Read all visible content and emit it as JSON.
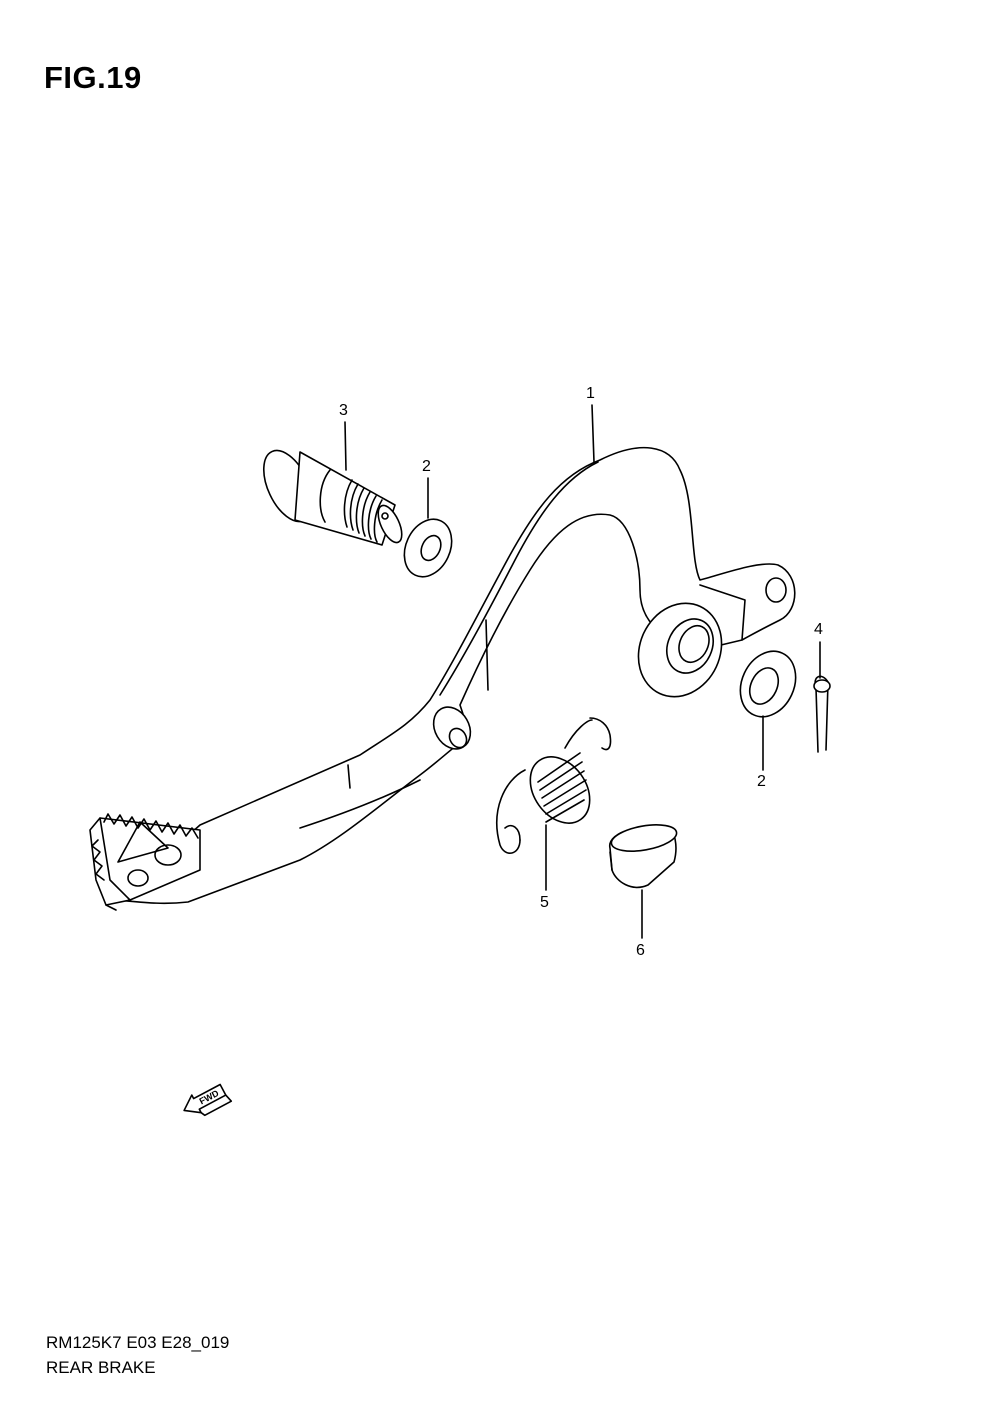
{
  "figure": {
    "title": "FIG.19",
    "model_code": "RM125K7 E03 E28_019",
    "section_name": "REAR BRAKE"
  },
  "callouts": [
    {
      "id": "c1",
      "label": "1"
    },
    {
      "id": "c2a",
      "label": "2"
    },
    {
      "id": "c2b",
      "label": "2"
    },
    {
      "id": "c3",
      "label": "3"
    },
    {
      "id": "c4",
      "label": "4"
    },
    {
      "id": "c5",
      "label": "5"
    },
    {
      "id": "c6",
      "label": "6"
    }
  ],
  "direction_indicator": {
    "label": "FWD",
    "icon": "forward-arrow-icon"
  }
}
